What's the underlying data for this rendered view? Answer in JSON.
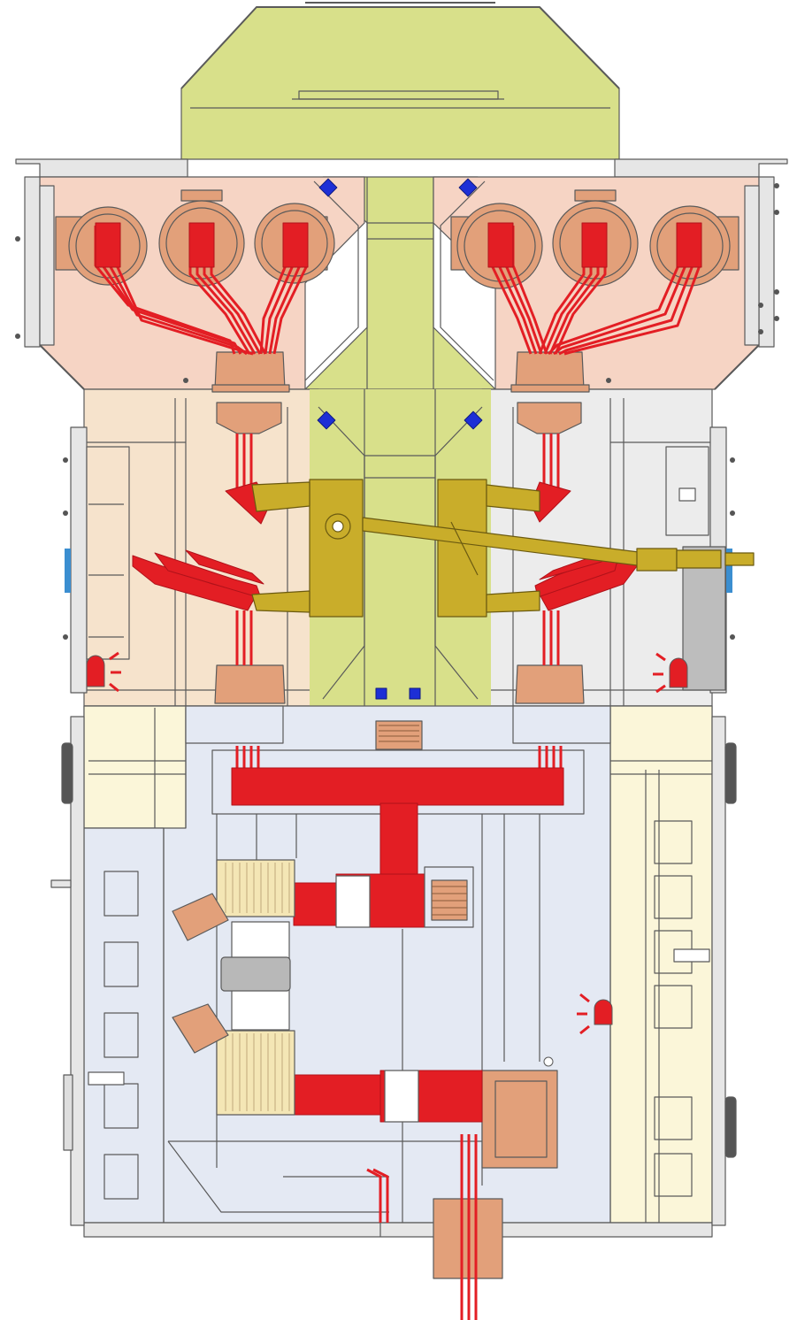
{
  "diagram": {
    "title": "",
    "labels": [],
    "compartments": [
      {
        "name": "top-duct",
        "color": "#d8e08a"
      },
      {
        "name": "upper-busbar-compartment",
        "color": "#f6d4c4"
      },
      {
        "name": "middle-left-compartment",
        "color": "#f6e3cc"
      },
      {
        "name": "middle-right-compartment",
        "color": "#ececec"
      },
      {
        "name": "lower-breaker-compartment",
        "color": "#e4e9f3"
      },
      {
        "name": "side-panels",
        "color": "#fbf6d9"
      }
    ],
    "palette": {
      "outline": "#5a5a5a",
      "conductor": "#e31e24",
      "conductor_dark": "#b0121a",
      "insulator": "#e2a07a",
      "mechanism": "#c9ad2a",
      "indicator_blue": "#1d2fd6",
      "alarm_red": "#e31e24",
      "housing_grey": "#dedede",
      "panel_grey": "#bdbdbd",
      "fins": "#f4e6b5",
      "bushing": "#e2a07a"
    },
    "alarms": [
      {
        "name": "alarm-light-middle-left"
      },
      {
        "name": "alarm-light-middle-right"
      },
      {
        "name": "alarm-light-lower-right"
      }
    ]
  }
}
